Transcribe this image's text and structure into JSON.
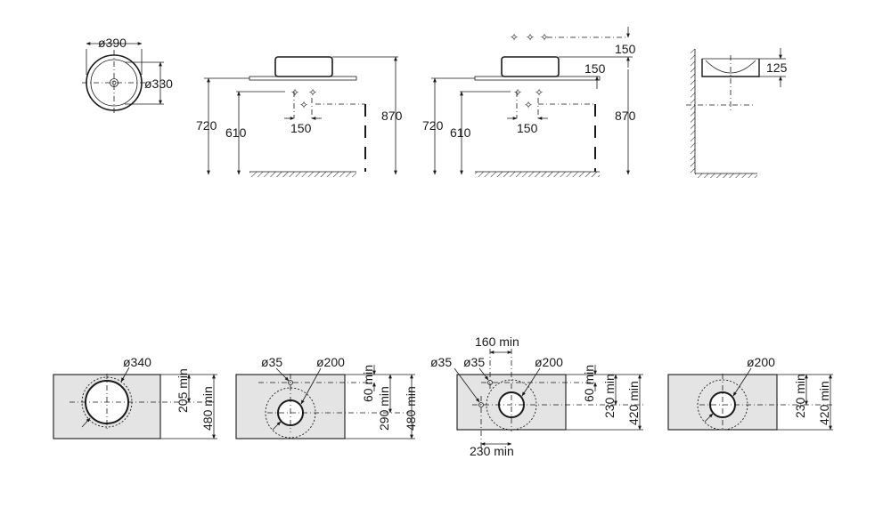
{
  "colors": {
    "line": "#1a1a1a",
    "slab_fill": "#e4e4e4",
    "background": "#ffffff"
  },
  "top_row": {
    "basin_plan": {
      "outer_diameter": "ø390",
      "inner_diameter": "ø330"
    },
    "elevation_1": {
      "counter_height": "720",
      "tap_height": "610",
      "tap_spacing": "150",
      "overall_height": "870"
    },
    "elevation_2": {
      "tap_offset_top": "150",
      "basin_height": "150",
      "counter_height": "720",
      "tap_height": "610",
      "tap_spacing": "150",
      "overall_height": "870"
    },
    "side_section": {
      "bowl_depth": "125"
    }
  },
  "bottom_row": {
    "cutout_1": {
      "hole_diameter": "ø340",
      "center_distance": "205 min",
      "depth": "480 min"
    },
    "cutout_2": {
      "tap_hole": "ø35",
      "waste_diameter": "ø200",
      "tap_offset": "60 min",
      "center_distance": "290 min",
      "depth": "480 min"
    },
    "cutout_3": {
      "tap_hole_left": "ø35",
      "tap_hole_right": "ø35",
      "waste_diameter": "ø200",
      "tap_spacing_top": "160 min",
      "tap_offset": "60 min",
      "center_distance": "230 min",
      "depth": "420 min",
      "tap_spacing_bottom": "230 min"
    },
    "cutout_4": {
      "waste_diameter": "ø200",
      "center_distance": "230 min",
      "depth": "420 min"
    }
  }
}
